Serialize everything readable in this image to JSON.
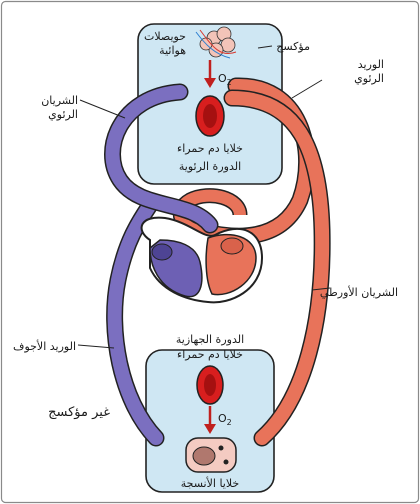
{
  "labels": {
    "alveoli_line1": "حويصلات",
    "alveoli_line2": "هوائية",
    "oxygenated": "مؤكسج",
    "deoxygenated": "غير مؤكسج",
    "pulmonary_vein_line1": "الوريد",
    "pulmonary_vein_line2": "الرئوي",
    "pulmonary_artery_line1": "الشريان",
    "pulmonary_artery_line2": "الرئوي",
    "rbc_top": "خلايا دم حمراء",
    "pulmonary_circulation": "الدورة الرئوية",
    "aorta": "الشريان الأورطي",
    "vena_cava": "الوريد الأجوف",
    "systemic_circulation": "الدورة الجهازية",
    "rbc_bottom": "خلايا دم حمراء",
    "tissue_cells": "خلايا الأنسجة",
    "o2_top": "O",
    "o2_bottom": "O",
    "o2_sub": "2"
  },
  "colors": {
    "oxygenated_vessel": "#e8735a",
    "deoxygenated_vessel": "#7b6fc0",
    "chamber_bg": "#cfe7f3",
    "rbc": "#d81e1e",
    "arrow": "#c0201e"
  }
}
